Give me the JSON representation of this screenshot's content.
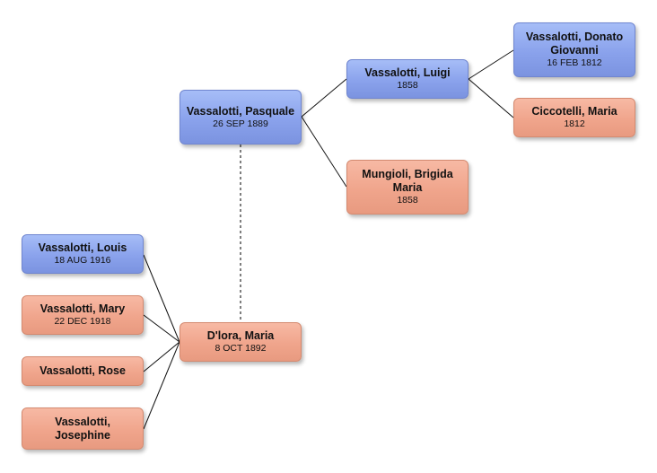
{
  "diagram": {
    "type": "family-tree",
    "colors": {
      "male": "#8aa2ec",
      "female": "#f0a58c",
      "connector": "#111111",
      "spouse_link": "#555555"
    },
    "people": {
      "pasquale": {
        "name": "Vassalotti, Pasquale",
        "date": "26 SEP 1889",
        "gender": "male"
      },
      "luigi": {
        "name": "Vassalotti, Luigi",
        "date": "1858",
        "gender": "male"
      },
      "donato": {
        "name": "Vassalotti, Donato Giovanni",
        "date": "16 FEB 1812",
        "gender": "male"
      },
      "ciccotelli": {
        "name": "Ciccotelli, Maria",
        "date": "1812",
        "gender": "female"
      },
      "mungioli": {
        "name": "Mungioli, Brigida Maria",
        "date": "1858",
        "gender": "female"
      },
      "dlora": {
        "name": "D'lora, Maria",
        "date": "8 OCT 1892",
        "gender": "female"
      },
      "louis": {
        "name": "Vassalotti, Louis",
        "date": "18 AUG 1916",
        "gender": "male"
      },
      "mary": {
        "name": "Vassalotti, Mary",
        "date": "22 DEC 1918",
        "gender": "female"
      },
      "rose": {
        "name": "Vassalotti, Rose",
        "date": "",
        "gender": "female"
      },
      "josephine": {
        "name": "Vassalotti, Josephine",
        "date": "",
        "gender": "female"
      }
    },
    "relationships": [
      {
        "type": "parent",
        "child": "pasquale",
        "parent": "luigi"
      },
      {
        "type": "parent",
        "child": "pasquale",
        "parent": "mungioli"
      },
      {
        "type": "parent",
        "child": "luigi",
        "parent": "donato"
      },
      {
        "type": "parent",
        "child": "luigi",
        "parent": "ciccotelli"
      },
      {
        "type": "spouse",
        "a": "pasquale",
        "b": "dlora"
      },
      {
        "type": "child",
        "parent": "dlora",
        "child": "louis"
      },
      {
        "type": "child",
        "parent": "dlora",
        "child": "mary"
      },
      {
        "type": "child",
        "parent": "dlora",
        "child": "rose"
      },
      {
        "type": "child",
        "parent": "dlora",
        "child": "josephine"
      }
    ]
  }
}
